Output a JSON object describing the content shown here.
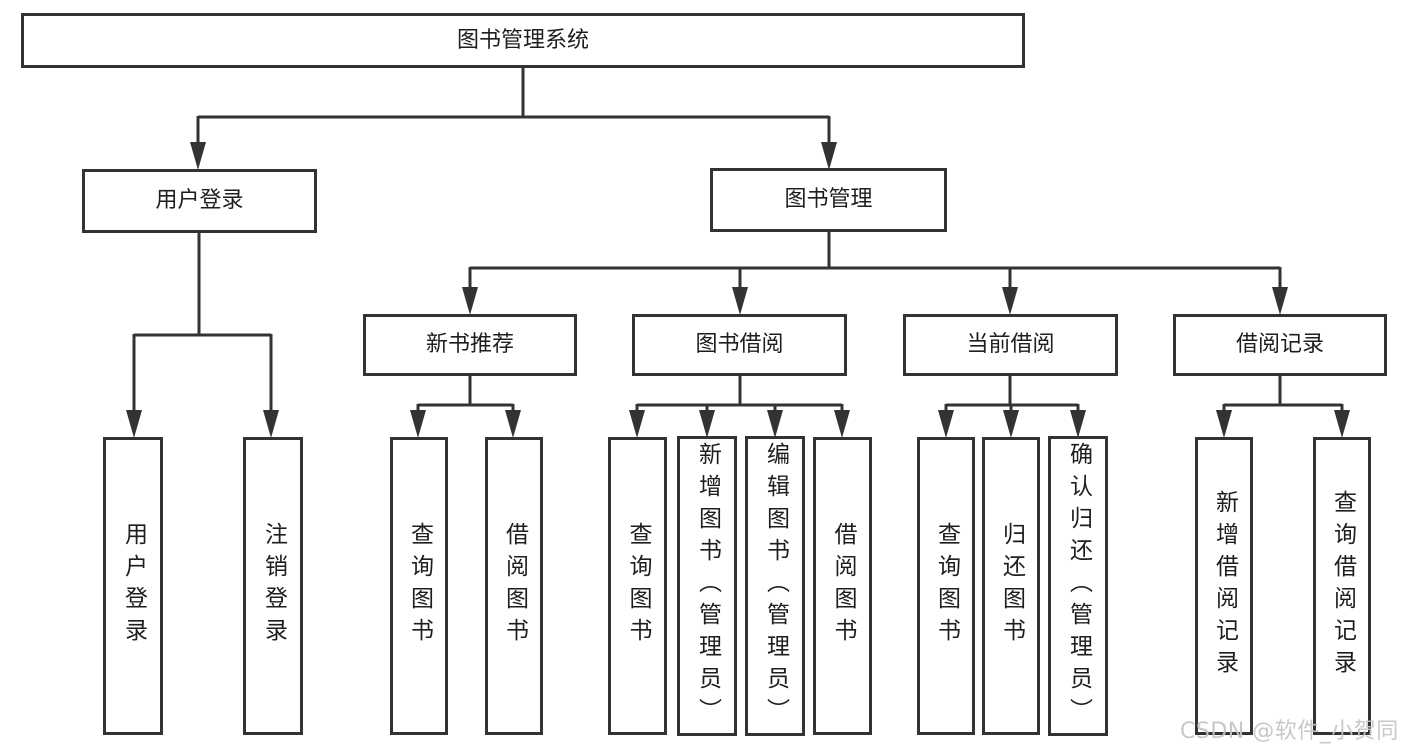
{
  "diagram": {
    "type": "tree",
    "colors": {
      "line": "#333333",
      "box_border": "#333333",
      "box_background": "#ffffff",
      "text": "#1e1e1e",
      "watermark_text": "#c5c5c9"
    },
    "root": {
      "label": "图书管理系统"
    },
    "branches": [
      {
        "label": "用户登录",
        "children": [
          {
            "label": "用户登录"
          },
          {
            "label": "注销登录"
          }
        ]
      },
      {
        "label": "图书管理",
        "groups": [
          {
            "label": "新书推荐",
            "children": [
              {
                "label": "查询图书"
              },
              {
                "label": "借阅图书"
              }
            ]
          },
          {
            "label": "图书借阅",
            "children": [
              {
                "label": "查询图书"
              },
              {
                "label": "新增图书（管理员）"
              },
              {
                "label": "编辑图书（管理员）"
              },
              {
                "label": "借阅图书"
              }
            ]
          },
          {
            "label": "当前借阅",
            "children": [
              {
                "label": "查询图书"
              },
              {
                "label": "归还图书"
              },
              {
                "label": "确认归还（管理员）"
              }
            ]
          },
          {
            "label": "借阅记录",
            "children": [
              {
                "label": "新增借阅记录"
              },
              {
                "label": "查询借阅记录"
              }
            ]
          }
        ]
      }
    ],
    "watermark": "CSDN @软件_小贺同学"
  }
}
